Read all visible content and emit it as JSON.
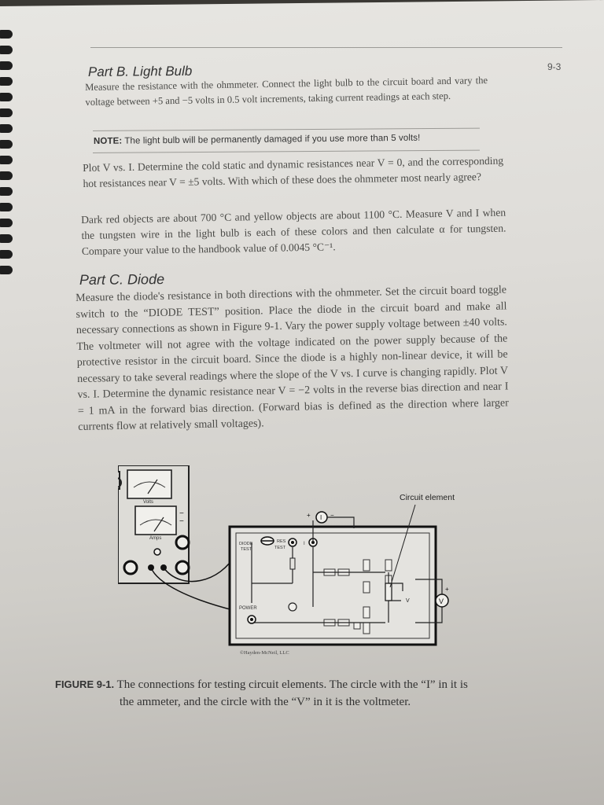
{
  "page_number": "9-3",
  "part_b": {
    "heading": "Part B. Light Bulb",
    "intro": "Measure the resistance with the ohmmeter. Connect the light bulb to the circuit board and vary the voltage between +5 and −5 volts in 0.5 volt increments, taking current readings at each step.",
    "note_label": "NOTE:",
    "note_text": "The light bulb will be permanently damaged if you use more than 5 volts!",
    "para2": "Plot V vs. I. Determine the cold static and dynamic resistances near V = 0, and the corresponding hot resistances near V = ±5 volts. With which of these does the ohmmeter most nearly agree?",
    "para3": "Dark red objects are about 700 °C and yellow objects are about 1100 °C. Measure V and I when the tungsten wire in the light bulb is each of these colors and then calculate α for tungsten. Compare your value to the handbook value of 0.0045 °C⁻¹."
  },
  "part_c": {
    "heading": "Part C. Diode",
    "para1": "Measure the diode's resistance in both directions with the ohmmeter. Set the circuit board toggle switch to the “DIODE TEST” position. Place the diode in the circuit board and make all necessary connections as shown in Figure 9-1. Vary the power supply voltage between ±40 volts. The voltmeter will not agree with the voltage indicated on the power supply because of the protective resistor in the circuit board. Since the diode is a highly non-linear device, it will be necessary to take several readings where the slope of the V vs. I curve is changing rapidly. Plot V vs. I. Determine the dynamic resistance near V = −2 volts in the reverse bias direction and near I = 1 mA in the forward bias direction. (Forward bias is defined as the direction where larger currents flow at relatively small voltages)."
  },
  "figure": {
    "volts_label": "Volts",
    "amps_label": "Amps",
    "circuit_element_label": "Circuit element",
    "diode_test_label_1": "DIODE",
    "diode_test_label_2": "TEST",
    "res_test_label_1": "RES",
    "res_test_label_2": "TEST",
    "power_label": "POWER",
    "ammeter_symbol": "I",
    "voltmeter_symbol": "V",
    "v_label": "V",
    "plus": "+",
    "minus": "−",
    "copyright": "©Hayden-McNeil, LLC"
  },
  "caption": {
    "label": "FIGURE 9-1.",
    "line1": "The connections for testing circuit elements. The circle with the “I” in it is",
    "line2": "the ammeter, and the circle with the “V” in it is the voltmeter."
  }
}
